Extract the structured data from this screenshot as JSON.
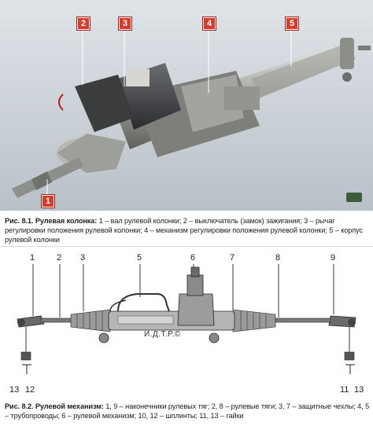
{
  "figure1": {
    "callouts": [
      "1",
      "2",
      "3",
      "4",
      "5"
    ],
    "caption_lead": "Рис. 8.1. Рулевая колонка:",
    "caption_text": " 1 – вал рулевой колонки; 2 – выключатель (замок) зажигания; 3 – рычаг регулировки положения рулевой колонки; 4 – механизм регулировки положения рулевой колонки; 5 – корпус рулевой колонки"
  },
  "figure2": {
    "labels_top": [
      "1",
      "2",
      "3",
      "5",
      "6",
      "7",
      "8",
      "9"
    ],
    "labels_bottom": [
      "13",
      "12",
      "11",
      "13"
    ],
    "watermark": "И.Д.Т.Р.©",
    "caption_lead": "Рис. 8.2. Рулевой механизм:",
    "caption_text": " 1, 9 – наконечники рулевых тяг; 2, 8 – рулевые тяги; 3, 7 – защитные чехлы; 4, 5 – трубопроводы; 6 – рулевой механизм; 10, 12 – шплинты; 11, 13 – гайки"
  },
  "colors": {
    "callout_red": "#d83a2c",
    "photo_bg": "#c9d0d6"
  }
}
